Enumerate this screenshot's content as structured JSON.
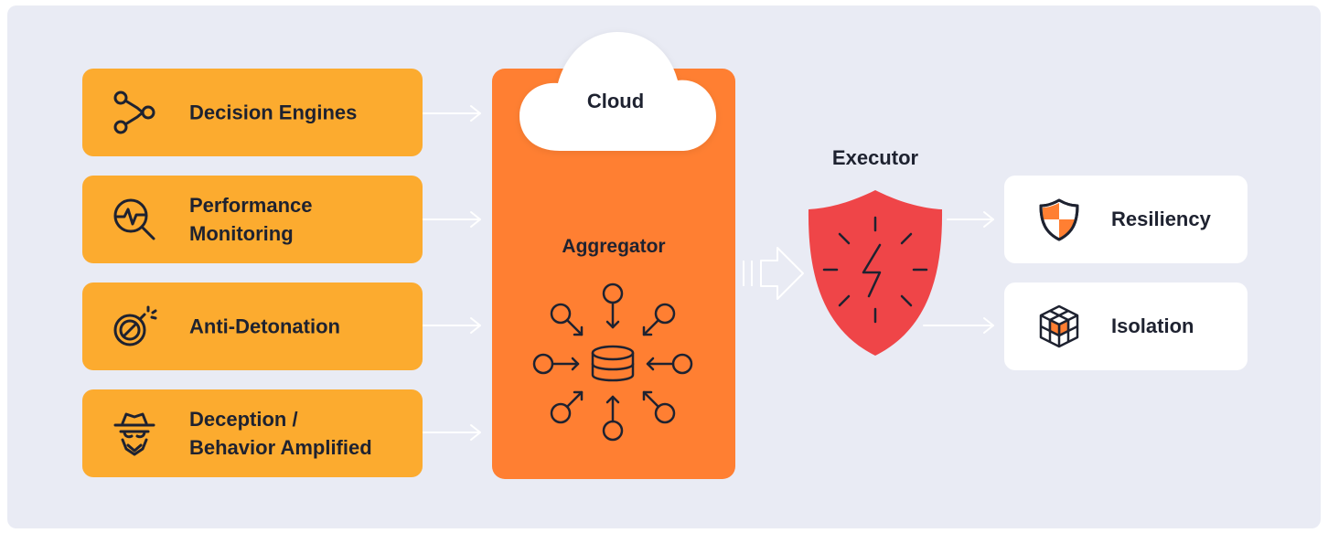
{
  "inputs": [
    {
      "label": "Decision Engines",
      "icon": "decision-graph-icon"
    },
    {
      "label": "Performance\nMonitoring",
      "icon": "performance-monitor-icon"
    },
    {
      "label": "Anti-Detonation",
      "icon": "bomb-blocked-icon"
    },
    {
      "label": "Deception /\nBehavior Amplified",
      "icon": "spy-icon"
    }
  ],
  "cloud": {
    "label": "Cloud"
  },
  "aggregator": {
    "label": "Aggregator",
    "icon": "database-hub-icon"
  },
  "executor": {
    "label": "Executor",
    "icon": "lightning-shield-icon"
  },
  "outputs": [
    {
      "label": "Resiliency",
      "icon": "shield-icon"
    },
    {
      "label": "Isolation",
      "icon": "cube-icon"
    }
  ],
  "colors": {
    "background": "#e9ebf4",
    "input_box": "#fcab2f",
    "aggregator": "#ff7f32",
    "executor_shield": "#ef4548",
    "text": "#1e2230"
  }
}
